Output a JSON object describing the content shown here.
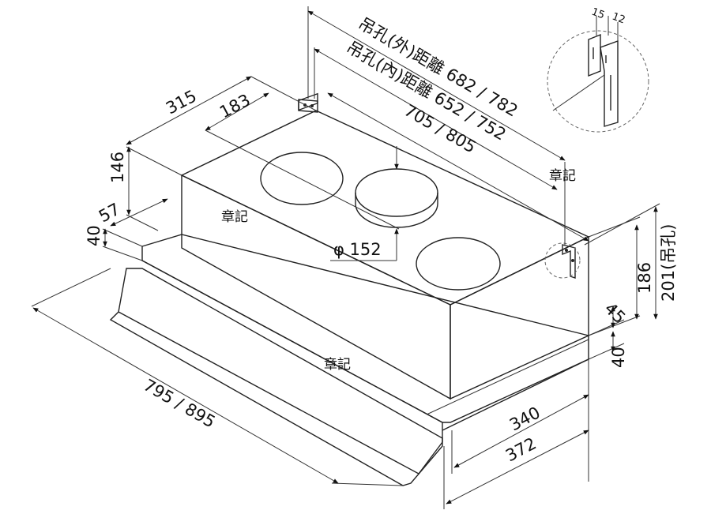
{
  "stamps": [
    "章記",
    "章記",
    "章記"
  ],
  "dims": {
    "hanger_outer": "吊孔(外)距離 682 / 782",
    "hanger_inner": "吊孔(內)距離 652 / 752",
    "body_length": "705 / 805",
    "d315": "315",
    "d183": "183",
    "d146": "146",
    "d57": "57",
    "d40_left": "40",
    "duct": "φ 152",
    "d186": "186",
    "d201": "201(吊孔)",
    "d45": "45",
    "d40_right": "40",
    "d340": "340",
    "d372": "372",
    "overall_length": "795 / 895",
    "bracket_15": "15",
    "bracket_12": "12"
  },
  "colors": {
    "line": "#222222",
    "dashed": "#666666"
  }
}
